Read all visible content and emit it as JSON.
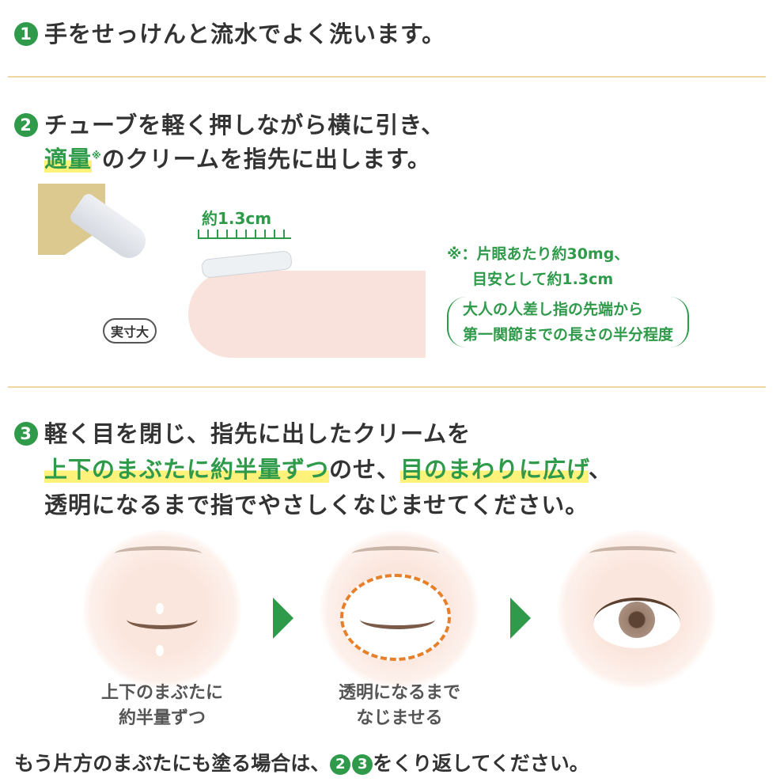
{
  "step1": {
    "num": "1",
    "text": "手をせっけんと流水でよく洗います。"
  },
  "step2": {
    "num": "2",
    "line1": "チューブを軽く押しながら横に引き、",
    "hl": "適量",
    "mark": "※",
    "line2": "のクリームを指先に出します。",
    "ruler_label": "約1.3cm",
    "actual_size": "実寸大",
    "note1": "※：片眼あたり約30mg、",
    "note2": "目安として約1.3cm",
    "note3": "大人の人差し指の先端から",
    "note4": "第一関節までの長さの半分程度"
  },
  "step3": {
    "num": "3",
    "line1": "軽く目を閉じ、指先に出したクリームを",
    "hl1": "上下のまぶたに約半量ずつ",
    "mid": "のせ、",
    "hl2": "目のまわりに広げ",
    "end": "、",
    "line3": "透明になるまで指でやさしくなじませてください。",
    "cap1a": "上下のまぶたに",
    "cap1b": "約半量ずつ",
    "cap2a": "透明になるまで",
    "cap2b": "なじませる"
  },
  "footer": {
    "pre": "もう片方のまぶたにも塗る場合は、",
    "n2": "2",
    "n3": "3",
    "post": "をくり返してください。"
  },
  "colors": {
    "green": "#2e9a4a",
    "highlight": "#fff27a",
    "divider": "#f0d7a2",
    "arrows": "#e8802a"
  }
}
